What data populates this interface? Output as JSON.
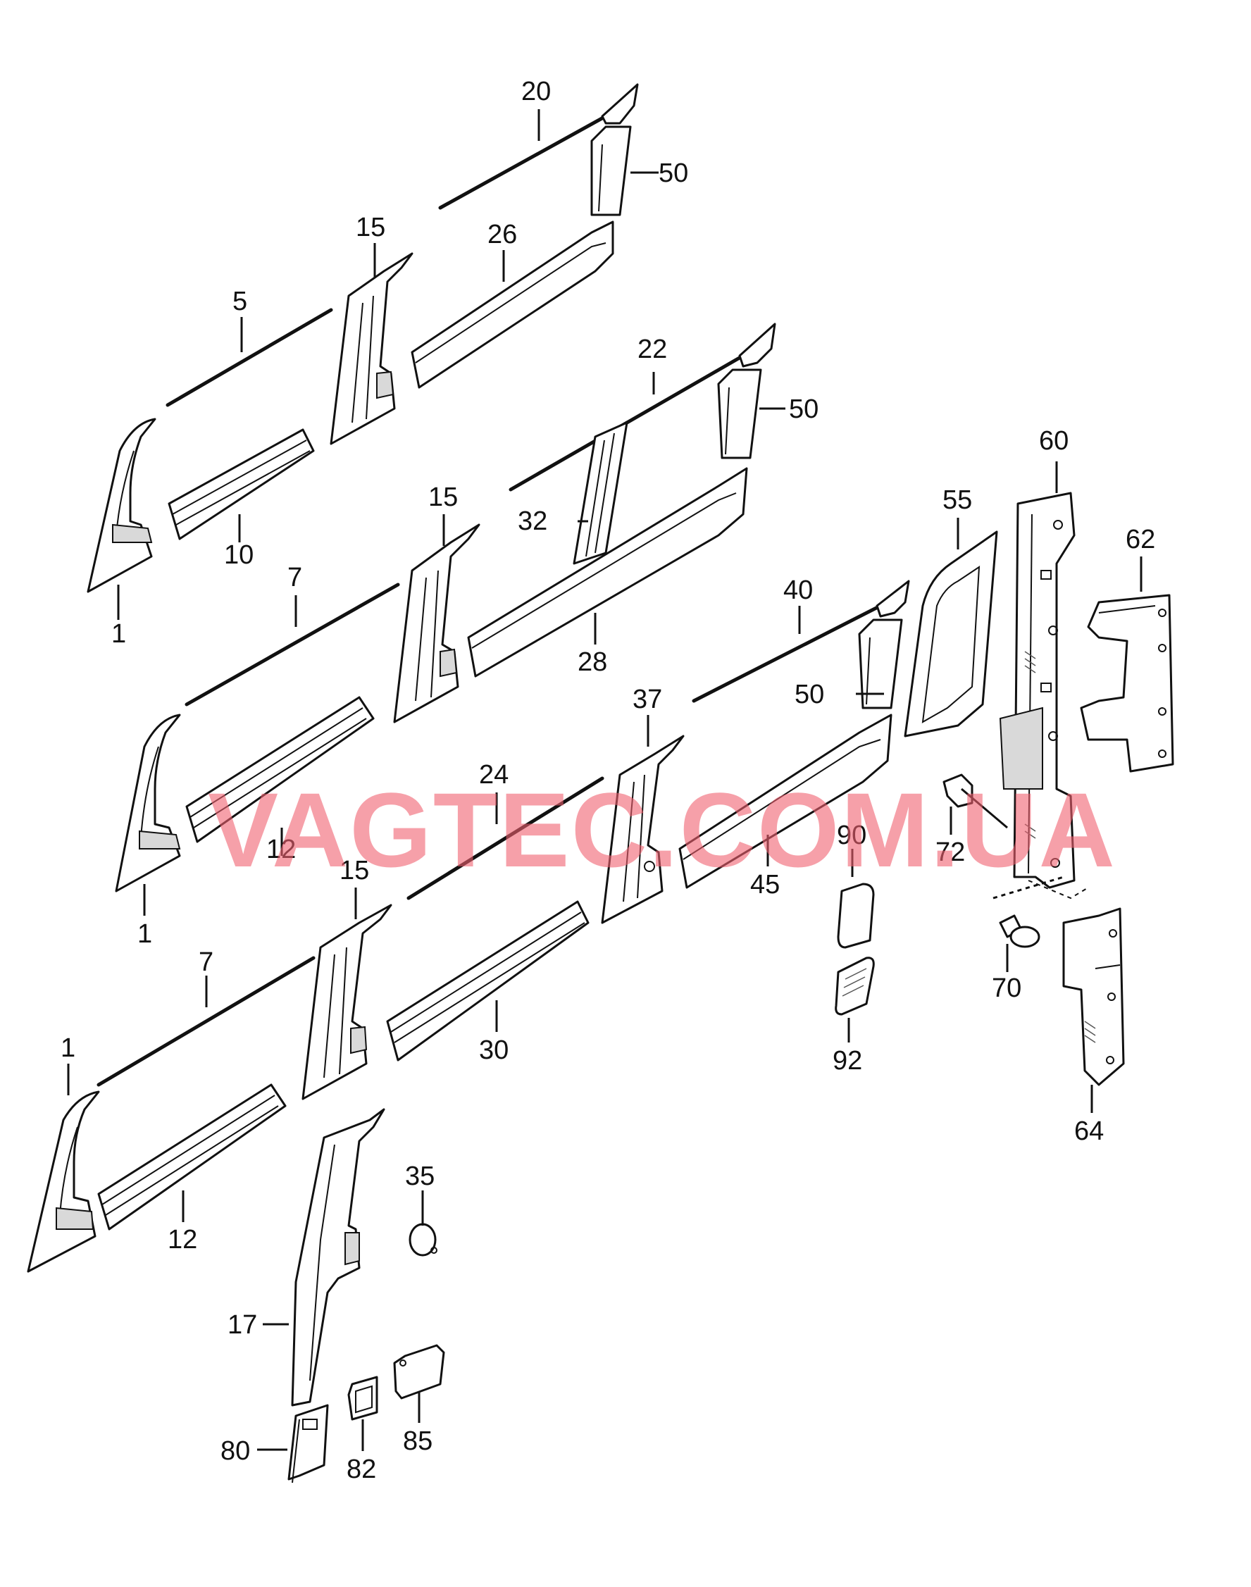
{
  "watermark": "VAGTEC.COM.UA",
  "watermark_color": "#f06070",
  "callouts": {
    "c20": "20",
    "c50a": "50",
    "c15a": "15",
    "c26": "26",
    "c5": "5",
    "c22": "22",
    "c50b": "50",
    "c60": "60",
    "c15b": "15",
    "c32": "32",
    "c55": "55",
    "c62": "62",
    "c10": "10",
    "c1a": "1",
    "c7a": "7",
    "c28": "28",
    "c40": "40",
    "c37": "37",
    "c50c": "50",
    "c24": "24",
    "c12a": "12",
    "c90": "90",
    "c72": "72",
    "c45": "45",
    "c15c": "15",
    "c1b": "1",
    "c7b": "7",
    "c70": "70",
    "c1c": "1",
    "c30": "30",
    "c92": "92",
    "c64": "64",
    "c12b": "12",
    "c35": "35",
    "c17": "17",
    "c85": "85",
    "c80": "80",
    "c82": "82"
  }
}
